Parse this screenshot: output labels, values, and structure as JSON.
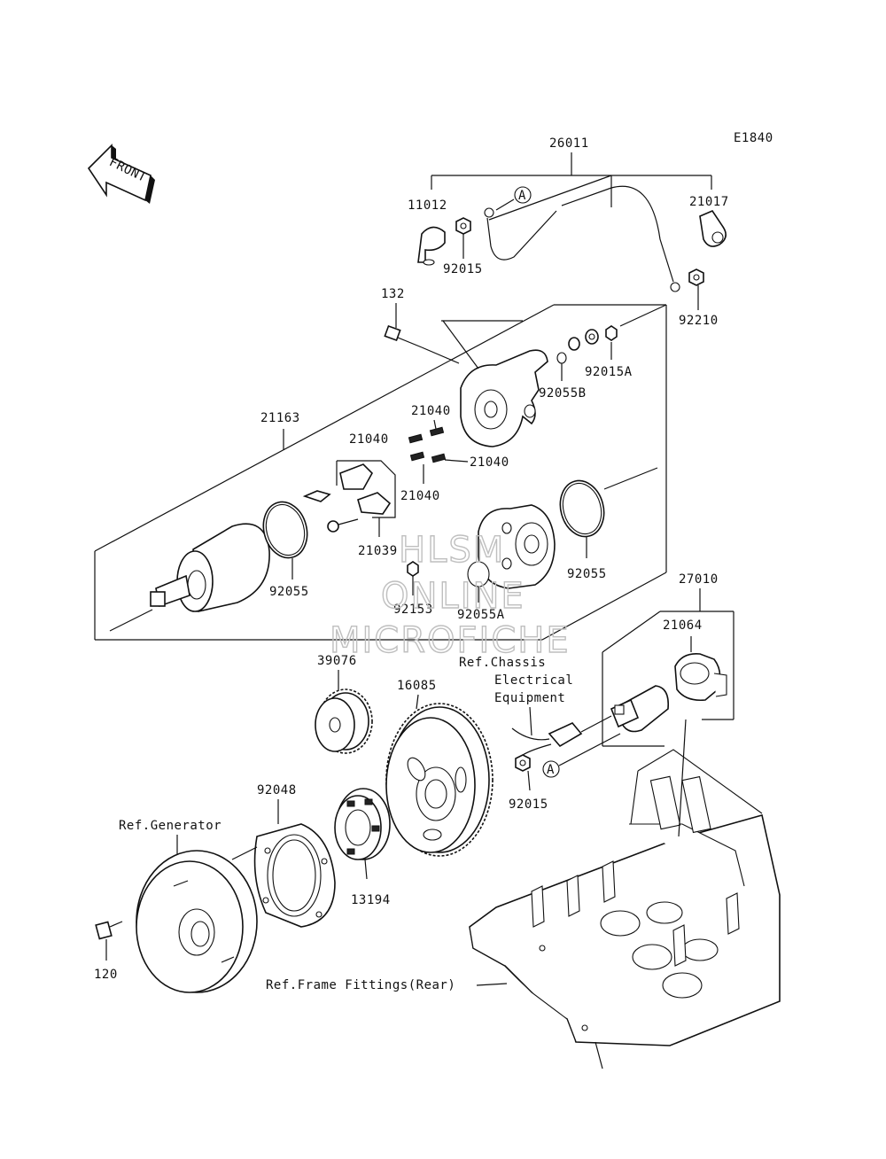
{
  "diagram_code": "E1840",
  "front_arrow_text": "FRONT",
  "watermark": {
    "line1": "HLSM",
    "line2": "ONLINE",
    "line3": "MICROFICHE"
  },
  "callout_marker": "A",
  "parts": {
    "p26011": "26011",
    "p11012": "11012",
    "p21017": "21017",
    "p92015_top": "92015",
    "p92210": "92210",
    "p132": "132",
    "p92015A": "92015A",
    "p92055B": "92055B",
    "p21163": "21163",
    "p21040_a": "21040",
    "p21040_b": "21040",
    "p21040_c": "21040",
    "p21040_d": "21040",
    "p21039": "21039",
    "p92055_left": "92055",
    "p92055_right": "92055",
    "p92153": "92153",
    "p92055A": "92055A",
    "p27010": "27010",
    "p21064": "21064",
    "p39076": "39076",
    "p16085": "16085",
    "p92015_bottom": "92015",
    "p92048": "92048",
    "p13194": "13194",
    "p120": "120"
  },
  "references": {
    "chassis_line1": "Ref.Chassis",
    "chassis_line2": "Electrical",
    "chassis_line3": "Equipment",
    "generator": "Ref.Generator",
    "frame": "Ref.Frame Fittings(Rear)"
  }
}
